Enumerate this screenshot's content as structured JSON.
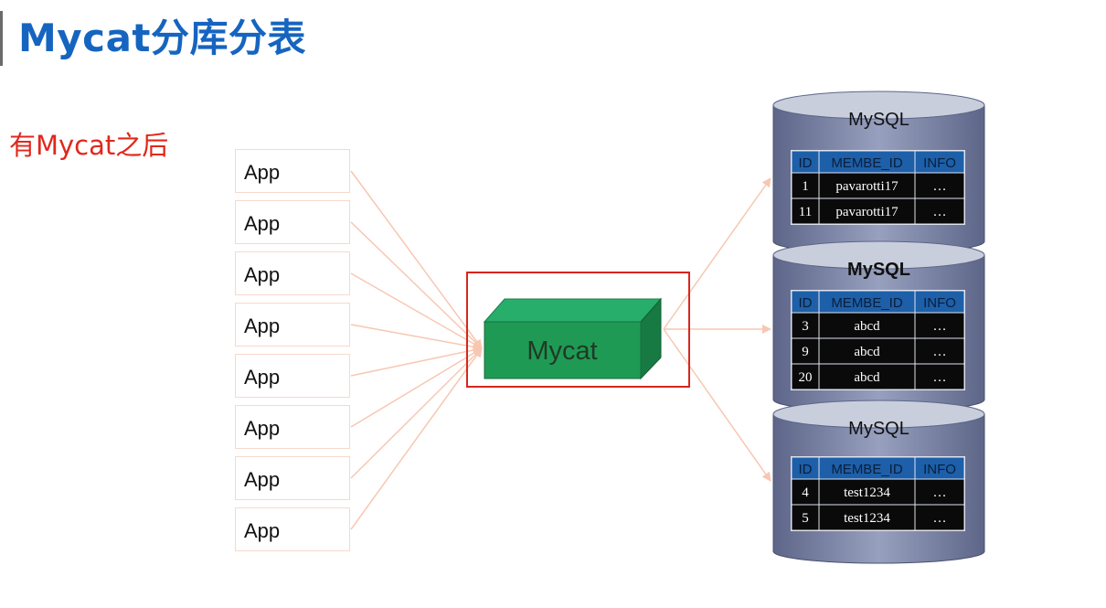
{
  "title": "Mycat分库分表",
  "subtitle": "有Mycat之后",
  "apps": [
    "App",
    "App",
    "App",
    "App",
    "App",
    "App",
    "App",
    "App"
  ],
  "middleware": {
    "label": "Mycat"
  },
  "databases": [
    {
      "label": "MySQL",
      "columns": [
        "ID",
        "MEMBE_ID",
        "INFO"
      ],
      "rows": [
        [
          "1",
          "pavarotti17",
          "…"
        ],
        [
          "11",
          "pavarotti17",
          "…"
        ]
      ]
    },
    {
      "label": "MySQL",
      "columns": [
        "ID",
        "MEMBE_ID",
        "INFO"
      ],
      "rows": [
        [
          "3",
          "abcd",
          "…"
        ],
        [
          "9",
          "abcd",
          "…"
        ],
        [
          "20",
          "abcd",
          "…"
        ]
      ]
    },
    {
      "label": "MySQL",
      "columns": [
        "ID",
        "MEMBE_ID",
        "INFO"
      ],
      "rows": [
        [
          "4",
          "test1234",
          "…"
        ],
        [
          "5",
          "test1234",
          "…"
        ]
      ]
    }
  ],
  "colors": {
    "title": "#1565c0",
    "subtitle": "#e0281c",
    "highlight_border": "#d8261c",
    "box_front": "#1f9a55",
    "box_top": "#27ae6b",
    "box_side": "#177a42",
    "connector": "#f7c7b2",
    "db_body": "#7d86a8",
    "table_header": "#1d5fa8",
    "table_body": "#0a0a0a"
  }
}
